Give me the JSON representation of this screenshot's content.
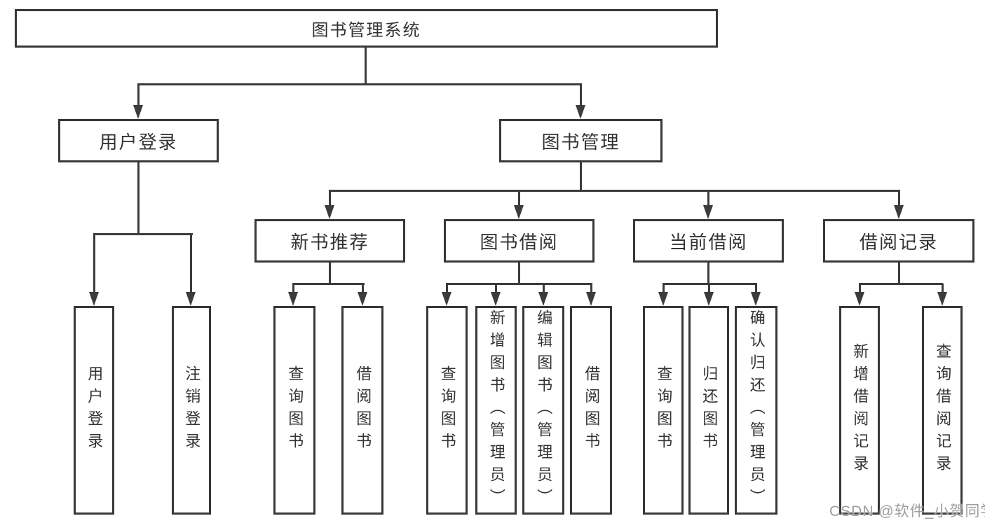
{
  "colors": {
    "line": "#3c3c3c",
    "box_border": "#383838",
    "text": "#333333",
    "watermark": "#9e9e9e"
  },
  "tree": {
    "label": "图书管理系统",
    "children": [
      {
        "label": "用户登录",
        "children": [
          {
            "label": "用户登录"
          },
          {
            "label": "注销登录"
          }
        ]
      },
      {
        "label": "图书管理",
        "children": [
          {
            "label": "新书推荐",
            "children": [
              {
                "label": "查询图书"
              },
              {
                "label": "借阅图书"
              }
            ]
          },
          {
            "label": "图书借阅",
            "children": [
              {
                "label": "查询图书"
              },
              {
                "label": "新增图书（管理员）"
              },
              {
                "label": "编辑图书（管理员）"
              },
              {
                "label": "借阅图书"
              }
            ]
          },
          {
            "label": "当前借阅",
            "children": [
              {
                "label": "查询图书"
              },
              {
                "label": "归还图书"
              },
              {
                "label": "确认归还（管理员）"
              }
            ]
          },
          {
            "label": "借阅记录",
            "children": [
              {
                "label": "新增借阅记录"
              },
              {
                "label": "查询借阅记录"
              }
            ]
          }
        ]
      }
    ]
  },
  "watermark": {
    "text": "CSDN @软件_小贺同学"
  }
}
